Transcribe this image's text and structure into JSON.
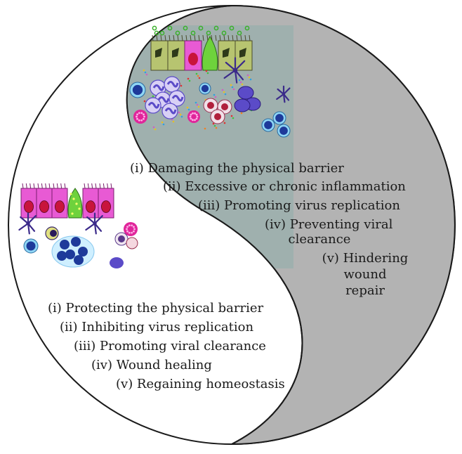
{
  "dark_side": {
    "items": [
      "(i) Damaging the physical barrier",
      "(ii) Excessive or chronic inflammation",
      "(iii) Promoting virus replication",
      "(iv) Preventing viral",
      "clearance",
      "(v) Hindering",
      "wound",
      "repair"
    ]
  },
  "light_side": {
    "items": [
      "(i) Protecting the physical barrier",
      "(ii) Inhibiting virus replication",
      "(iii) Promoting viral clearance",
      "(iv) Wound healing",
      "(v) Regaining homeostasis"
    ]
  },
  "colors": {
    "dark_half": "#b3b3b3",
    "panel": "#9fb0ae",
    "outline": "#1a1a1a",
    "epithelium": "#e85ad4",
    "nucleus": "#c8143c",
    "goblet": "#6ed23c",
    "immune_blue": "#1e3a9a",
    "purple_cell": "#5b4bc8",
    "mast_pink": "#e0259a"
  }
}
